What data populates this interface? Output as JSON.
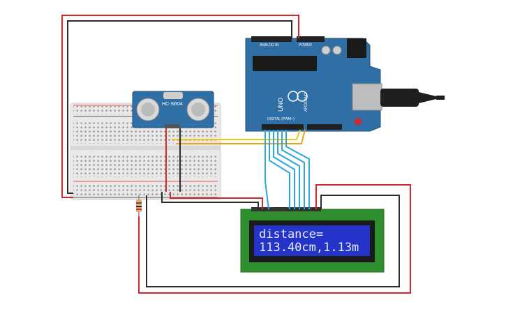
{
  "sensor": {
    "label": "HC-SR04"
  },
  "arduino": {
    "brand": "ARDUINO",
    "model": "UNO",
    "analog_header": "ANALOG IN",
    "power_header": "POWER",
    "digital_header": "DIGITAL (PWM~)"
  },
  "lcd": {
    "line1": "distance=",
    "line2": "113.40cm,1.13m"
  },
  "colors": {
    "wire_red": "#d4272b",
    "wire_black": "#2b2b2b",
    "wire_blue": "#2aa7d8",
    "wire_yellow": "#f0c419",
    "board_blue": "#2f6fa5",
    "lcd_pcb": "#2f8f2f",
    "lcd_screen": "#2433c8"
  }
}
